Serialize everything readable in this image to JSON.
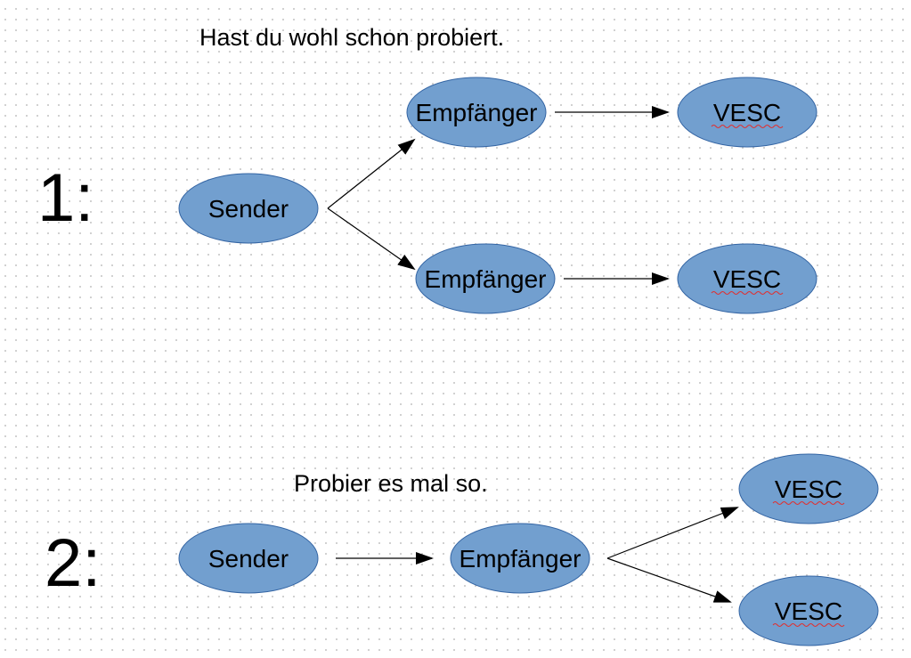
{
  "section1": {
    "number": "1:",
    "caption": "Hast du wohl schon probiert.",
    "sender": "Sender",
    "receiver_top": "Empfänger",
    "receiver_bottom": "Empfänger",
    "vesc_top": "VESC",
    "vesc_bottom": "VESC"
  },
  "section2": {
    "number": "2:",
    "caption": "Probier es mal so.",
    "sender": "Sender",
    "receiver": "Empfänger",
    "vesc_top": "VESC",
    "vesc_bottom": "VESC"
  },
  "colors": {
    "node_fill": "#729fcf",
    "node_stroke": "#3465a4",
    "spellcheck_underline": "#e03030"
  }
}
